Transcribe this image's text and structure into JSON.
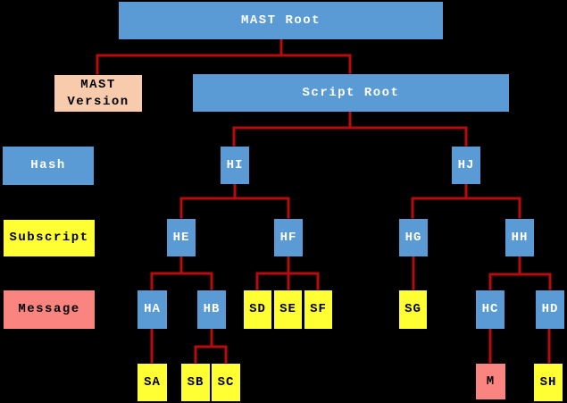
{
  "colors": {
    "background": "#000000",
    "hash_box": "#5b9bd5",
    "subscript_box": "#ffff33",
    "message_box": "#f98480",
    "version_box": "#f8cbad",
    "connector": "#b80b10",
    "text_on_blue": "#ffffff",
    "text_on_light": "#000000"
  },
  "legend": {
    "hash": {
      "label": "Hash"
    },
    "subscript": {
      "label": "Subscript"
    },
    "message": {
      "label": "Message"
    }
  },
  "nodes": {
    "mast_root": {
      "label": "MAST Root",
      "type": "hash"
    },
    "mast_version": {
      "label": "MAST Version",
      "type": "version"
    },
    "script_root": {
      "label": "Script Root",
      "type": "hash"
    },
    "hi": {
      "label": "HI",
      "type": "hash"
    },
    "hj": {
      "label": "HJ",
      "type": "hash"
    },
    "he": {
      "label": "HE",
      "type": "hash"
    },
    "hf": {
      "label": "HF",
      "type": "hash"
    },
    "hg": {
      "label": "HG",
      "type": "hash"
    },
    "hh": {
      "label": "HH",
      "type": "hash"
    },
    "ha": {
      "label": "HA",
      "type": "hash"
    },
    "hb": {
      "label": "HB",
      "type": "hash"
    },
    "sd": {
      "label": "SD",
      "type": "subscript"
    },
    "se": {
      "label": "SE",
      "type": "subscript"
    },
    "sf": {
      "label": "SF",
      "type": "subscript"
    },
    "sg": {
      "label": "SG",
      "type": "subscript"
    },
    "hc": {
      "label": "HC",
      "type": "hash"
    },
    "hd": {
      "label": "HD",
      "type": "hash"
    },
    "sa": {
      "label": "SA",
      "type": "subscript"
    },
    "sb": {
      "label": "SB",
      "type": "subscript"
    },
    "sc": {
      "label": "SC",
      "type": "subscript"
    },
    "m": {
      "label": "M",
      "type": "message"
    },
    "sh": {
      "label": "SH",
      "type": "subscript"
    }
  },
  "edges": [
    {
      "from": "mast_root",
      "to": [
        "mast_version",
        "script_root"
      ]
    },
    {
      "from": "script_root",
      "to": [
        "hi",
        "hj"
      ]
    },
    {
      "from": "hi",
      "to": [
        "he",
        "hf"
      ]
    },
    {
      "from": "hj",
      "to": [
        "hg",
        "hh"
      ]
    },
    {
      "from": "he",
      "to": [
        "ha",
        "hb"
      ]
    },
    {
      "from": "hf",
      "to": [
        "sd",
        "se",
        "sf"
      ]
    },
    {
      "from": "hg",
      "to": [
        "sg"
      ]
    },
    {
      "from": "hh",
      "to": [
        "hc",
        "hd"
      ]
    },
    {
      "from": "ha",
      "to": [
        "sa"
      ]
    },
    {
      "from": "hb",
      "to": [
        "sb",
        "sc"
      ]
    },
    {
      "from": "hc",
      "to": [
        "m"
      ]
    },
    {
      "from": "hd",
      "to": [
        "sh"
      ]
    }
  ]
}
